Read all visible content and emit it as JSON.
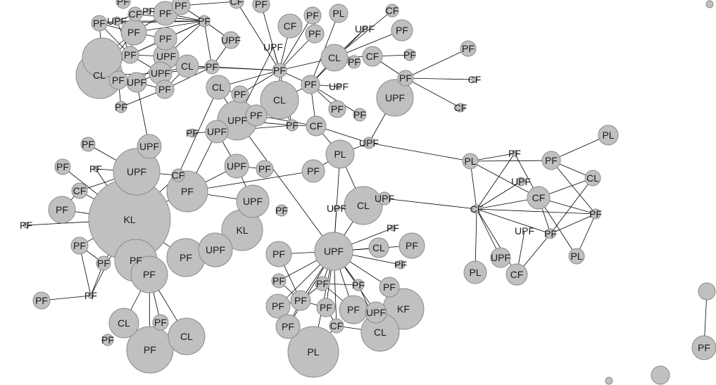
{
  "colors": {
    "node_fill": "#c0c0c0",
    "node_stroke": "#8a8a8a",
    "edge": "#000000",
    "background": "#ffffff"
  },
  "nodes": [
    "PL",
    "PF",
    "PF",
    "PL",
    "CL",
    "UPF",
    "CF",
    "CF",
    "PF",
    "UPF",
    "PF",
    "PL",
    "UPF",
    "PL",
    "CF",
    "UPF",
    "UPF",
    "PF",
    "PF",
    "PF",
    "PF",
    "PL",
    "PF",
    "UPF",
    "CL",
    "UPF",
    "PF",
    "CL",
    "PF",
    "PF",
    "PF",
    "KF",
    "PF",
    "CL",
    "PF",
    "PF",
    "PF",
    "CF",
    "PL",
    "PF",
    "UPF",
    "CF",
    "PF",
    "PF",
    "PL",
    "UPF",
    "PF",
    "CF",
    "PF",
    "CL",
    "CF",
    "PF",
    "PF",
    "PF",
    "CF",
    "UPF",
    "CF",
    "PF",
    "PF",
    "UPF",
    "CL",
    "PF",
    "PF",
    "CF",
    "PF",
    "PF",
    "CF",
    "UPF",
    "UPF",
    "PF",
    "CL",
    "PF",
    "UPF",
    "PF",
    "UPF",
    "PF",
    "UPF",
    "PF",
    "UPF",
    "PF",
    "KL",
    "UPF",
    "PF",
    "PF",
    "CF",
    "KL",
    "UPF",
    "UPF",
    "PF",
    "PF",
    "PF",
    "CF",
    "PF",
    "PF",
    "PF",
    "PF",
    "PF",
    "PF",
    "PF",
    "PF",
    "CL",
    "PF",
    "CL",
    "PF",
    "PF",
    "CL",
    "",
    "PF",
    "UPF",
    "PF",
    "PF",
    "UPF",
    "CL",
    "UPF",
    "PF",
    "PF",
    "PF",
    "PF",
    "PF",
    "PF",
    "CF",
    "UPF",
    "PF",
    "PF",
    "PF",
    "PF",
    "",
    "",
    "",
    ""
  ],
  "edges": [
    [
      0,
      1
    ],
    [
      0,
      2
    ],
    [
      2,
      3
    ],
    [
      0,
      6
    ],
    [
      0,
      7
    ],
    [
      7,
      1
    ],
    [
      7,
      5
    ],
    [
      7,
      6
    ],
    [
      7,
      8
    ],
    [
      7,
      10
    ],
    [
      7,
      12
    ],
    [
      7,
      13
    ],
    [
      7,
      14
    ],
    [
      2,
      4
    ],
    [
      2,
      8
    ],
    [
      6,
      4
    ],
    [
      6,
      8
    ],
    [
      6,
      10
    ],
    [
      6,
      11
    ],
    [
      4,
      10
    ],
    [
      8,
      11
    ],
    [
      8,
      10
    ],
    [
      10,
      14
    ],
    [
      9,
      14
    ],
    [
      1,
      6
    ],
    [
      15,
      0
    ],
    [
      25,
      7
    ],
    [
      16,
      17
    ],
    [
      16,
      18
    ],
    [
      16,
      19
    ],
    [
      16,
      20
    ],
    [
      16,
      23
    ],
    [
      16,
      24
    ],
    [
      16,
      26
    ],
    [
      16,
      27
    ],
    [
      16,
      28
    ],
    [
      16,
      29
    ],
    [
      16,
      30
    ],
    [
      16,
      32
    ],
    [
      16,
      34
    ],
    [
      16,
      35
    ],
    [
      16,
      36
    ],
    [
      16,
      37
    ],
    [
      16,
      38
    ],
    [
      16,
      39
    ],
    [
      16,
      40
    ],
    [
      16,
      21
    ],
    [
      21,
      24
    ],
    [
      21,
      15
    ],
    [
      21,
      63
    ],
    [
      21,
      22
    ],
    [
      19,
      35
    ],
    [
      19,
      36
    ],
    [
      19,
      34
    ],
    [
      20,
      32
    ],
    [
      34,
      37
    ],
    [
      37,
      38
    ],
    [
      36,
      38
    ],
    [
      30,
      31
    ],
    [
      32,
      40
    ],
    [
      39,
      33
    ],
    [
      37,
      33
    ],
    [
      19,
      20
    ],
    [
      20,
      39
    ],
    [
      18,
      19
    ],
    [
      17,
      19
    ],
    [
      35,
      36
    ],
    [
      23,
      24
    ],
    [
      72,
      16
    ],
    [
      41,
      57
    ],
    [
      42,
      57
    ],
    [
      43,
      57
    ],
    [
      44,
      58
    ],
    [
      45,
      58
    ],
    [
      45,
      49
    ],
    [
      46,
      49
    ],
    [
      47,
      49
    ],
    [
      49,
      50
    ],
    [
      49,
      51
    ],
    [
      50,
      52
    ],
    [
      50,
      53
    ],
    [
      53,
      48
    ],
    [
      53,
      54
    ],
    [
      53,
      56
    ],
    [
      53,
      55
    ],
    [
      49,
      58
    ],
    [
      49,
      57
    ],
    [
      57,
      58
    ],
    [
      58,
      60
    ],
    [
      58,
      59
    ],
    [
      58,
      61
    ],
    [
      58,
      62
    ],
    [
      58,
      63
    ],
    [
      57,
      60
    ],
    [
      57,
      64
    ],
    [
      57,
      69
    ],
    [
      57,
      68
    ],
    [
      57,
      70
    ],
    [
      60,
      64
    ],
    [
      63,
      64
    ],
    [
      63,
      15
    ],
    [
      15,
      53
    ],
    [
      57,
      71
    ],
    [
      66,
      57
    ],
    [
      65,
      57
    ],
    [
      67,
      69
    ],
    [
      68,
      72
    ],
    [
      64,
      72
    ],
    [
      64,
      74
    ],
    [
      72,
      73
    ],
    [
      72,
      74
    ],
    [
      70,
      71
    ],
    [
      70,
      72
    ],
    [
      57,
      112
    ],
    [
      70,
      84
    ],
    [
      74,
      76
    ],
    [
      74,
      83
    ],
    [
      76,
      78
    ],
    [
      76,
      83
    ],
    [
      76,
      77
    ],
    [
      83,
      22
    ],
    [
      78,
      80
    ],
    [
      78,
      83
    ],
    [
      80,
      81
    ],
    [
      81,
      82
    ],
    [
      83,
      85
    ],
    [
      84,
      85
    ],
    [
      85,
      86
    ],
    [
      86,
      87
    ],
    [
      87,
      108
    ],
    [
      85,
      82
    ],
    [
      85,
      98
    ],
    [
      85,
      99
    ],
    [
      85,
      89
    ],
    [
      85,
      90
    ],
    [
      85,
      91
    ],
    [
      85,
      92
    ],
    [
      85,
      93
    ],
    [
      85,
      94
    ],
    [
      85,
      95
    ],
    [
      85,
      96
    ],
    [
      86,
      88
    ],
    [
      86,
      90
    ],
    [
      86,
      91
    ],
    [
      86,
      84
    ],
    [
      98,
      99
    ],
    [
      99,
      100
    ],
    [
      99,
      101
    ],
    [
      99,
      102
    ],
    [
      99,
      103
    ],
    [
      95,
      96
    ],
    [
      94,
      96
    ],
    [
      96,
      97
    ],
    [
      94,
      95
    ],
    [
      92,
      91
    ],
    [
      75,
      74
    ],
    [
      73,
      63
    ],
    [
      105,
      107
    ],
    [
      105,
      108
    ],
    [
      105,
      115
    ],
    [
      105,
      122
    ],
    [
      106,
      115
    ],
    [
      106,
      116
    ],
    [
      107,
      108
    ],
    [
      107,
      109
    ],
    [
      108,
      111
    ],
    [
      108,
      110
    ],
    [
      109,
      110
    ],
    [
      111,
      112
    ],
    [
      111,
      113
    ],
    [
      113,
      114
    ],
    [
      113,
      119
    ],
    [
      114,
      119
    ],
    [
      115,
      116
    ],
    [
      115,
      122
    ],
    [
      115,
      120
    ],
    [
      115,
      117
    ],
    [
      115,
      114
    ],
    [
      116,
      122
    ],
    [
      116,
      121
    ],
    [
      117,
      118
    ],
    [
      117,
      119
    ],
    [
      118,
      119
    ],
    [
      119,
      122
    ],
    [
      119,
      115
    ],
    [
      120,
      121
    ],
    [
      120,
      124
    ],
    [
      121,
      122
    ],
    [
      122,
      113
    ],
    [
      122,
      114
    ],
    [
      113,
      112
    ],
    [
      112,
      69
    ],
    [
      111,
      69
    ],
    [
      119,
      69
    ],
    [
      110,
      69
    ],
    [
      119,
      67
    ],
    [
      118,
      66
    ],
    [
      110,
      112
    ],
    [
      105,
      111
    ],
    [
      116,
      119
    ],
    [
      121,
      119
    ],
    [
      120,
      119
    ],
    [
      122,
      111
    ],
    [
      108,
      113
    ],
    [
      125,
      126
    ]
  ]
}
